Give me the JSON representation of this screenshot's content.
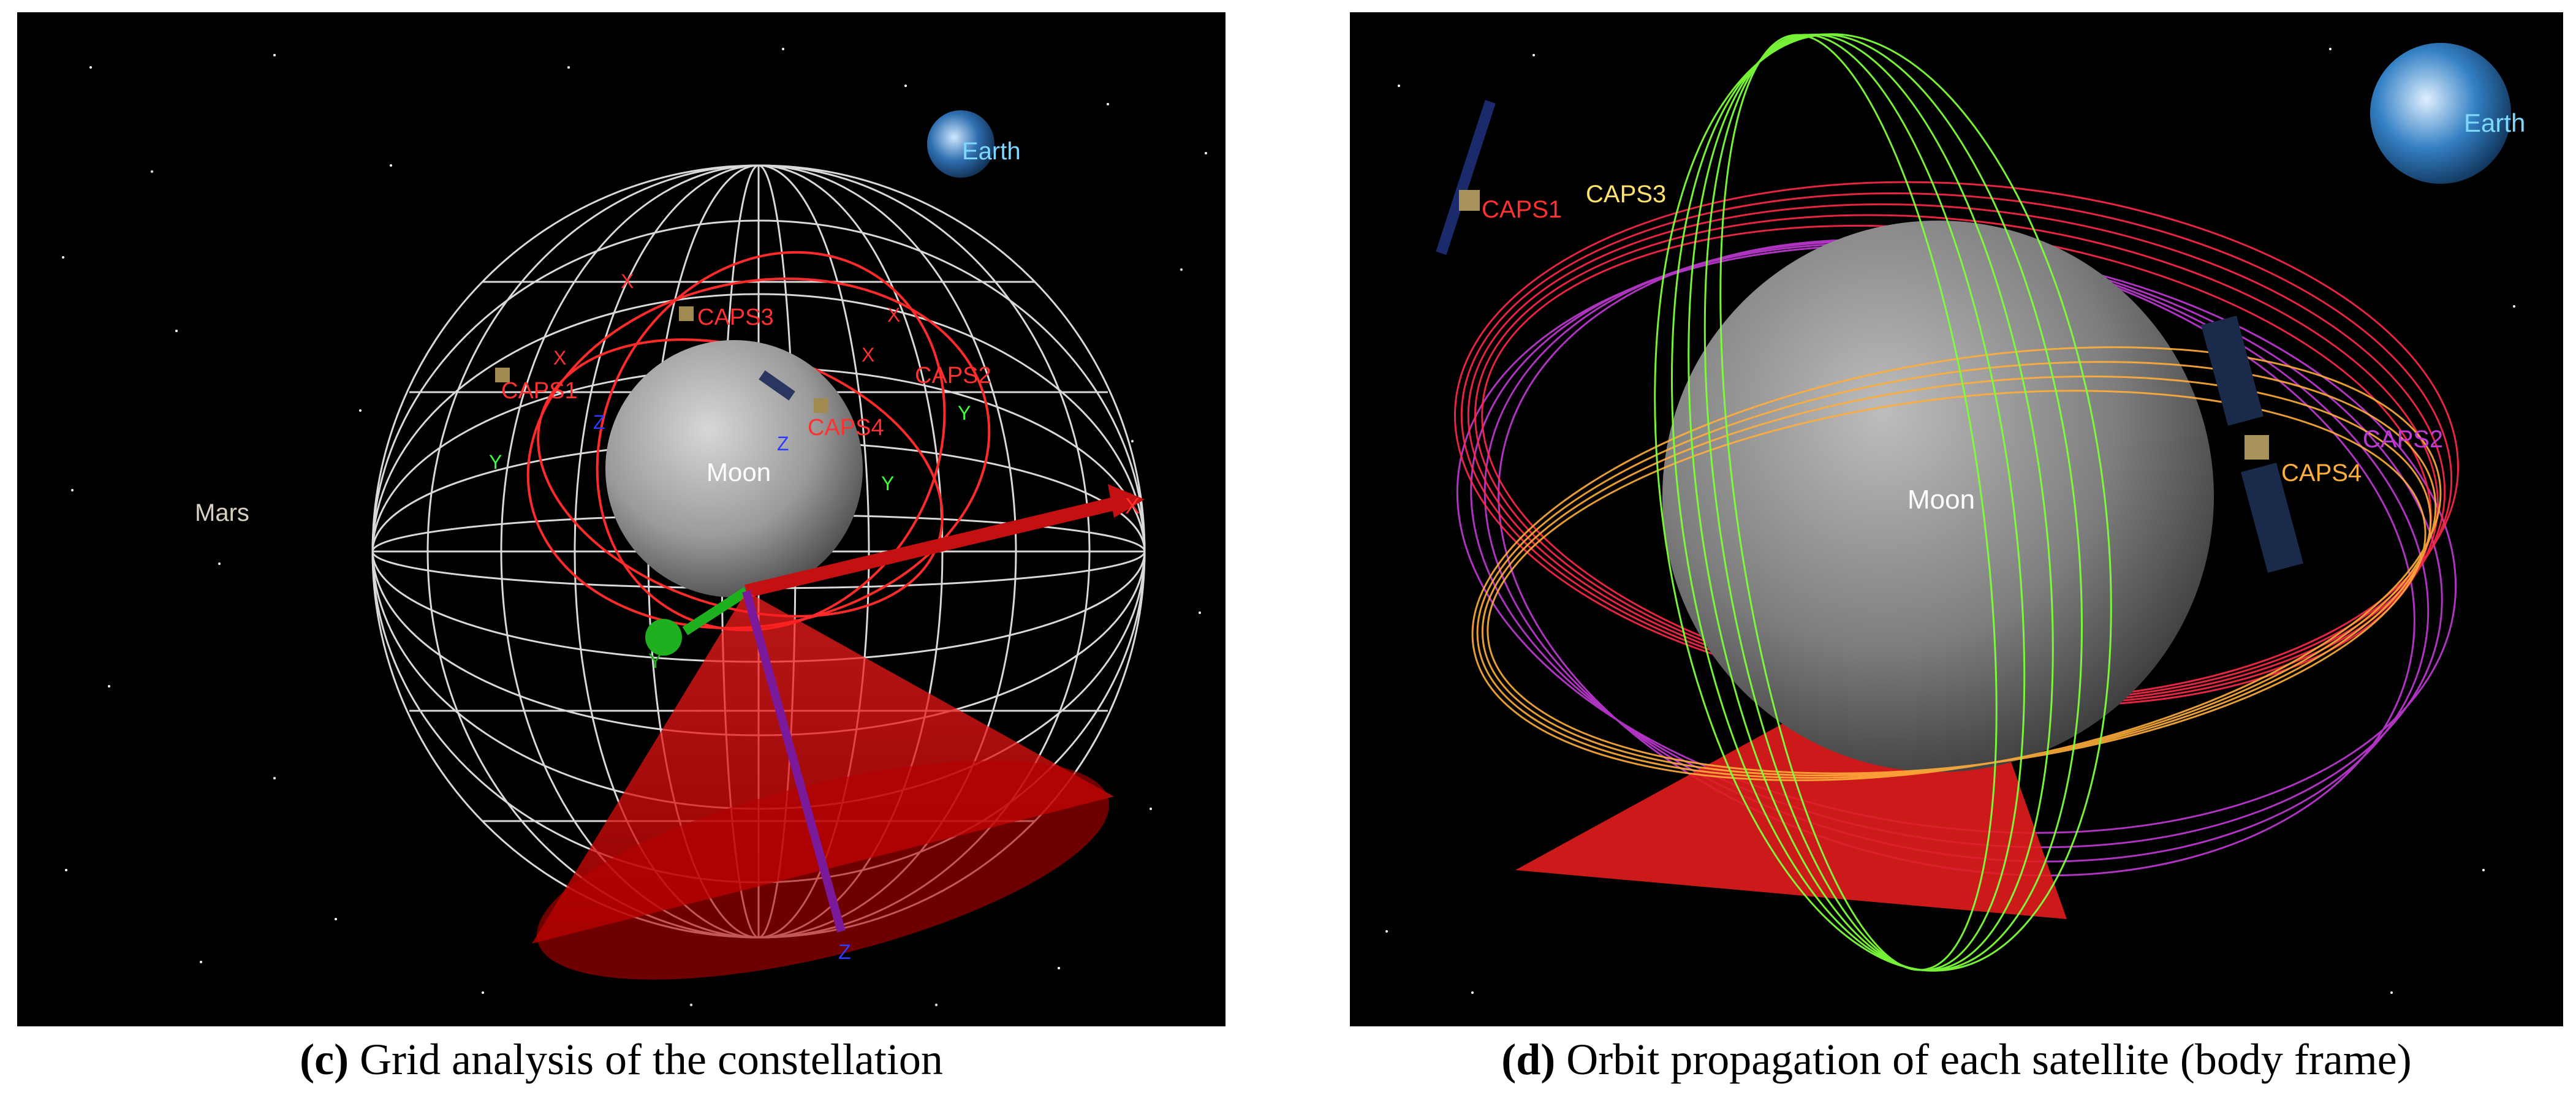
{
  "panel_c": {
    "labels": {
      "earth": "Earth",
      "mars": "Mars",
      "moon": "Moon",
      "caps1": "CAPS1",
      "caps2": "CAPS2",
      "caps3": "CAPS3",
      "caps4": "CAPS4",
      "axis_x": "X",
      "axis_y": "Y",
      "axis_z": "Z"
    },
    "caption_prefix": "(c)",
    "caption_text": " Grid analysis of the constellation"
  },
  "panel_d": {
    "labels": {
      "earth": "Earth",
      "moon": "Moon",
      "caps1": "CAPS1",
      "caps2": "CAPS2",
      "caps3": "CAPS3",
      "caps4": "CAPS4"
    },
    "caption_prefix": "(d)",
    "caption_text": " Orbit propagation of each satellite (body frame)"
  },
  "colors": {
    "background": "#000000",
    "grid": "#ffffff",
    "orbit_red": "#ff2a2a",
    "orbit_green": "#7dff3a",
    "orbit_orange": "#ffae3a",
    "orbit_magenta": "#c23ad6",
    "earth_label": "#7fd8ff",
    "sat_label_red": "#ff3030"
  }
}
